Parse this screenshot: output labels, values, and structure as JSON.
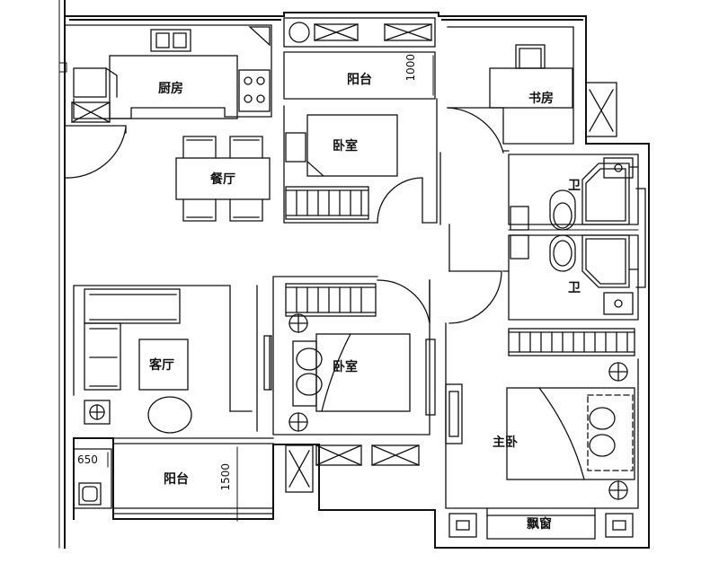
{
  "rooms": {
    "kitchen": "厨房",
    "balcony_top": "阳台",
    "study": "书房",
    "bedroom_top": "卧室",
    "dining": "餐厅",
    "bath_top": "卫",
    "bath_bottom": "卫",
    "living": "客厅",
    "bedroom_mid": "卧室",
    "master": "主卧",
    "balcony_bottom": "阳台",
    "bay_window": "飘窗"
  },
  "dimensions": {
    "balcony_top_depth": "1000",
    "balcony_bottom_depth": "1500",
    "balcony_bottom_side": "650"
  },
  "colors": {
    "ink": "#111111"
  }
}
